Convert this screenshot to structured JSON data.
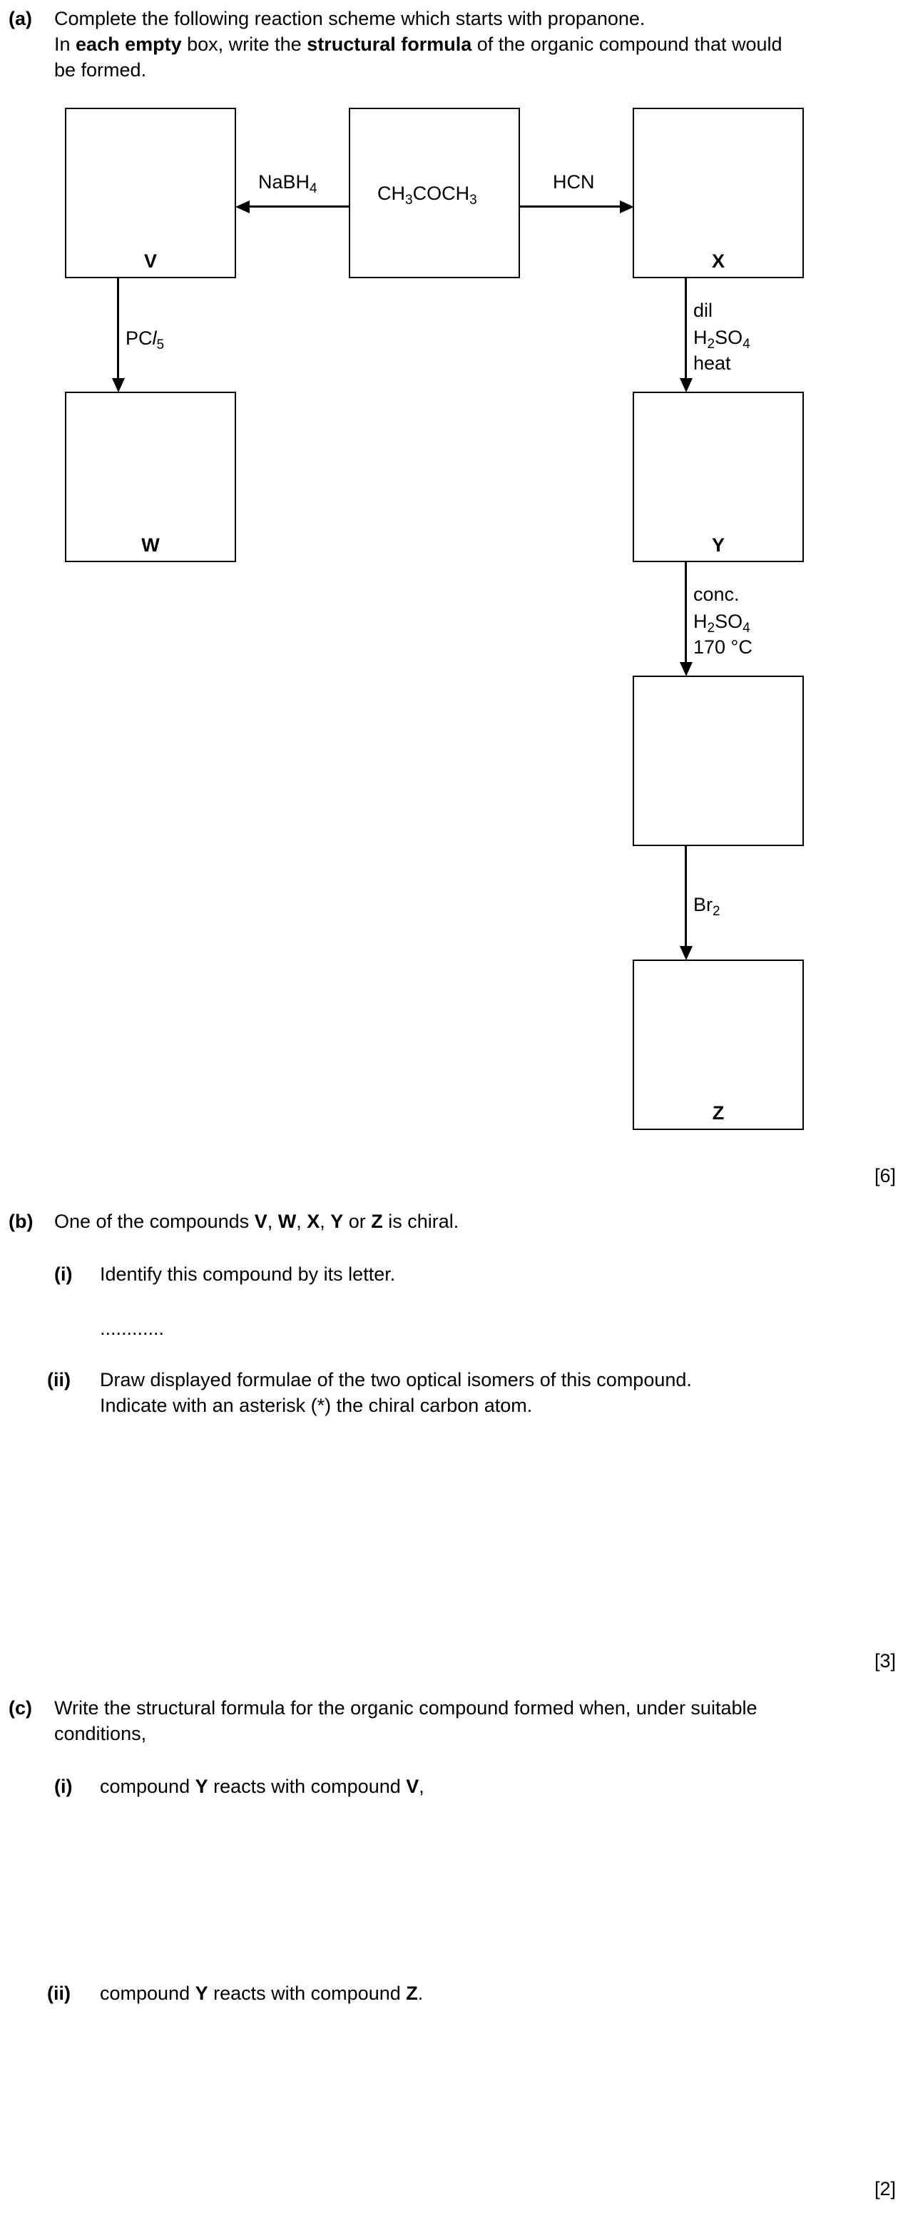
{
  "part_a": {
    "label": "(a)",
    "line1": "Complete the following reaction scheme which starts with propanone.",
    "line2_pre": "In ",
    "line2_b1": "each empty",
    "line2_mid": " box, write the ",
    "line2_b2": "structural formula",
    "line2_post": " of the organic compound that would",
    "line3": "be formed.",
    "marks": "[6]"
  },
  "scheme": {
    "start_compound": {
      "c1": "CH",
      "s1": "3",
      "c2": "COCH",
      "s2": "3"
    },
    "reagent_nabh4": {
      "t": "NaBH",
      "s": "4"
    },
    "reagent_hcn": "HCN",
    "reagent_pcl5": {
      "t": "PC",
      "i": "l",
      "s": "5"
    },
    "reagent_dil": {
      "l1": "dil",
      "l2a": "H",
      "l2s1": "2",
      "l2b": "SO",
      "l2s2": "4",
      "l3": "heat"
    },
    "reagent_conc": {
      "l1": "conc.",
      "l2a": "H",
      "l2s1": "2",
      "l2b": "SO",
      "l2s2": "4",
      "l3": "170 °C"
    },
    "reagent_br2": {
      "t": "Br",
      "s": "2"
    },
    "labels": {
      "v": "V",
      "w": "W",
      "x": "X",
      "y": "Y",
      "z": "Z"
    }
  },
  "part_b": {
    "label": "(b)",
    "q_pre": "One of the compounds ",
    "v": "V",
    "c1": ", ",
    "w": "W",
    "c2": ", ",
    "x": "X",
    "c3": ", ",
    "y": "Y",
    "or": " or ",
    "z": "Z",
    "q_post": " is chiral.",
    "i_label": "(i)",
    "i_text": "Identify this compound by its letter.",
    "dots": "............",
    "ii_label": "(ii)",
    "ii_line1": "Draw displayed formulae of the two optical isomers of this compound.",
    "ii_line2": "Indicate with an asterisk (*) the chiral carbon atom.",
    "marks": "[3]"
  },
  "part_c": {
    "label": "(c)",
    "line1": "Write the structural formula for the organic compound formed when, under suitable",
    "line2": "conditions,",
    "i_label": "(i)",
    "i_pre": "compound ",
    "i_y": "Y",
    "i_mid": " reacts with compound ",
    "i_v": "V",
    "i_post": ",",
    "ii_label": "(ii)",
    "ii_pre": "compound ",
    "ii_y": "Y",
    "ii_mid": " reacts with compound ",
    "ii_z": "Z",
    "ii_post": ".",
    "marks": "[2]"
  }
}
